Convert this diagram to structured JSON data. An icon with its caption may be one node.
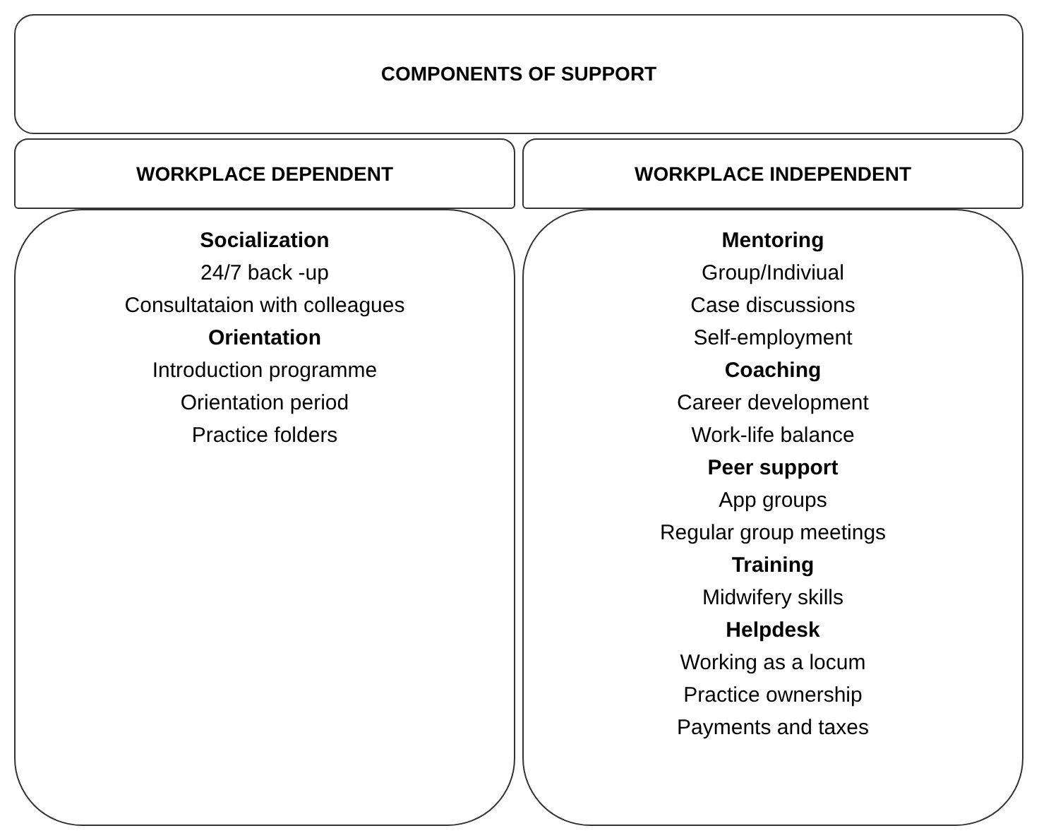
{
  "diagram": {
    "nodes": [
      {
        "text": [
          "COMPONENTS OF SUPPORT"
        ]
      },
      {
        "text": [
          "WORKPLACE DEPENDENT"
        ]
      },
      {
        "text": [
          "WORKPLACE INDEPENDENT"
        ]
      },
      {
        "text": [
          "**Socialization**",
          "24/7 back -up",
          "Consultataion with colleagues",
          "**Orientation**",
          "Introduction programme",
          "Orientation period",
          "Practice folders"
        ]
      },
      {
        "text": [
          "**Mentoring**",
          "Group/Indiviual",
          "Case discussions",
          "Self-employment",
          "**Coaching**",
          "Career development",
          "Work-life balance",
          "**Peer support**",
          "App groups",
          "Regular group meetings",
          "**Training**",
          "Midwifery skills",
          "**Helpdesk**",
          "Working as a locum",
          "Practice ownership",
          "Payments and taxes"
        ]
      }
    ]
  }
}
